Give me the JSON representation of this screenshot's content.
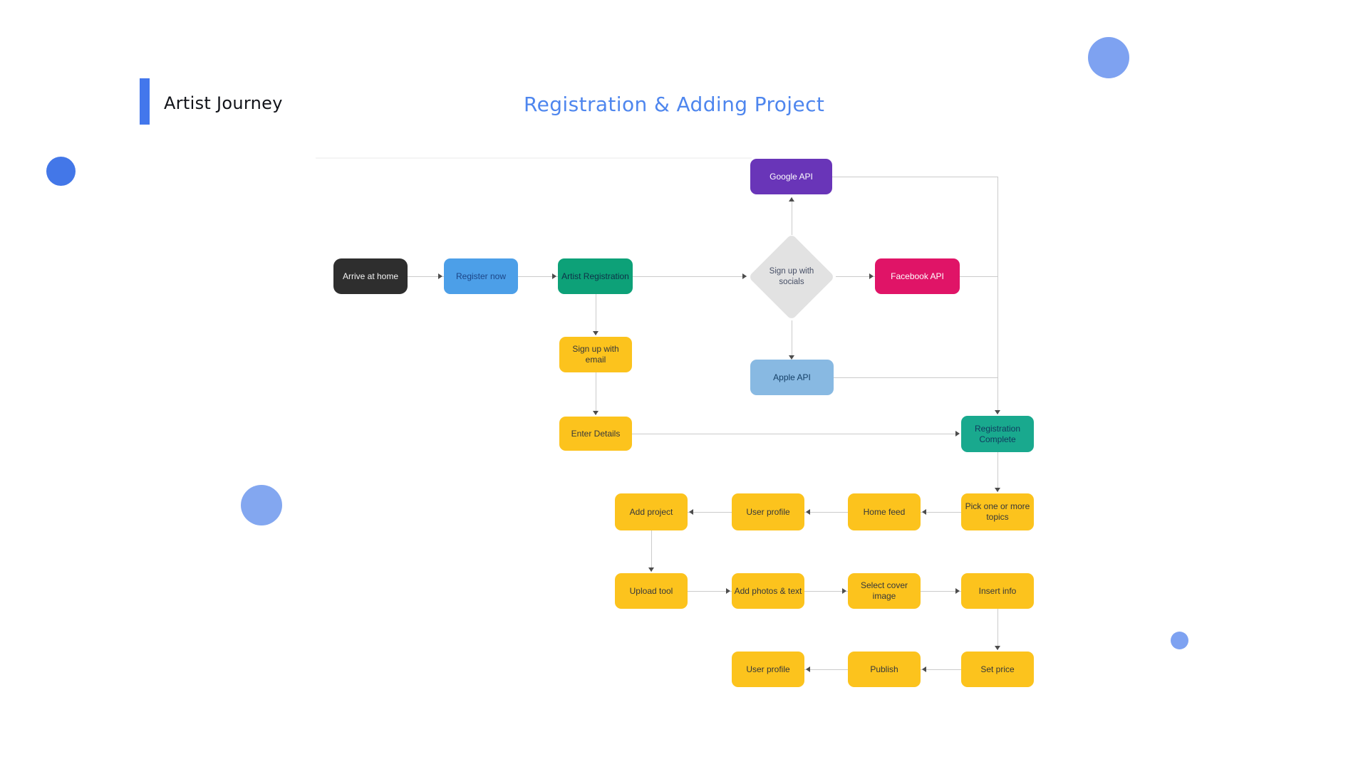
{
  "header": {
    "brand": "Artist Journey",
    "title": "Registration & Adding Project"
  },
  "flowchart": {
    "nodes": {
      "arrive_home": "Arrive at home",
      "register_now": "Register now",
      "artist_registration": "Artist Registration",
      "signup_socials": "Sign up with socials",
      "google_api": "Google API",
      "facebook_api": "Facebook API",
      "apple_api": "Apple API",
      "signup_email": "Sign up with email",
      "enter_details": "Enter Details",
      "registration_complete": "Registration Complete",
      "pick_topics": "Pick one or more topics",
      "home_feed": "Home feed",
      "user_profile_1": "User profile",
      "add_project": "Add project",
      "upload_tool": "Upload tool",
      "add_photos_text": "Add photos & text",
      "select_cover_image": "Select cover image",
      "insert_info": "Insert info",
      "set_price": "Set price",
      "publish": "Publish",
      "user_profile_2": "User profile"
    }
  },
  "colors": {
    "accent_bar": "#4377EC",
    "title_text": "#4E86EE",
    "node_dark": "#2E2E2E",
    "node_blue": "#4C9FE8",
    "node_green": "#0DA178",
    "node_teal": "#19A98E",
    "node_yellow": "#FCC31D",
    "node_purple": "#6935B8",
    "node_pink": "#E01467",
    "node_light_blue": "#88B9E2",
    "diamond_gray": "#E2E2E2",
    "connector_line": "#CBCBCB",
    "decor_circle_strong": "#4377E8",
    "decor_circle_soft": "#7EA2F1"
  }
}
